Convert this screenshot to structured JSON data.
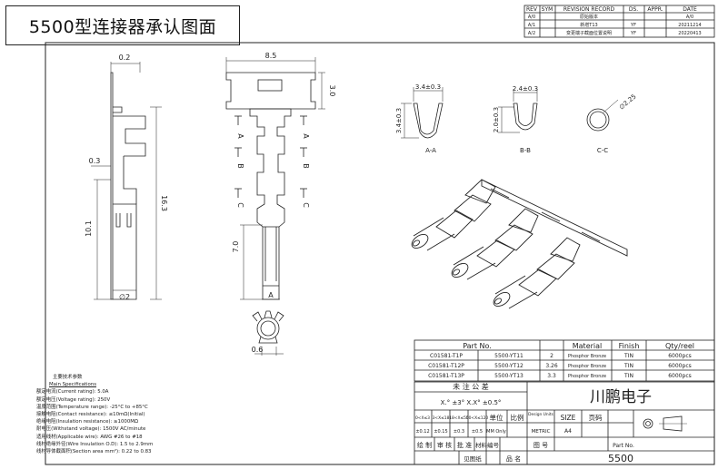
{
  "title": "5500型连接器承认图面",
  "revision_table": {
    "headers": [
      "REV",
      "SYM",
      "REVISION RECORD",
      "DS.",
      "APPR.",
      "DATE"
    ],
    "rows": [
      [
        "A/0",
        "",
        "原始版本",
        "",
        "",
        "A/0"
      ],
      [
        "A/1",
        "",
        "新增T13",
        "YF",
        "",
        "20211214"
      ],
      [
        "A/2",
        "",
        "变更端子截面位置说明",
        "YF",
        "",
        "20220413"
      ]
    ]
  },
  "dimensions": {
    "side_top": "0.2",
    "side_width_small": "0.3",
    "side_height_total": "16.3",
    "side_height_lower": "10.1",
    "side_dia": "∅2",
    "front_width": "8.5",
    "front_tab_height": "3.0",
    "front_height": "7.0",
    "front_label_a": "A",
    "bottom_width": "0.6",
    "section_a_top": "3.4±0.3",
    "section_a_side": "3.4±0.3",
    "section_b_top": "2.4±0.3",
    "section_b_side": "2.0±0.3",
    "section_c_dia": "∅2.25"
  },
  "section_marks": [
    "A",
    "A",
    "B",
    "B",
    "C",
    "C"
  ],
  "section_labels": [
    "A-A",
    "B-B",
    "C-C"
  ],
  "parts_table": {
    "headers": [
      "Part No.",
      "",
      "Material",
      "Finish",
      "Qty/reel"
    ],
    "rows": [
      [
        "C01581-T1P",
        "5500-YT11",
        "2",
        "Phosphor Bronze",
        "TIN",
        "6000pcs"
      ],
      [
        "C01581-T12P",
        "5500-YT12",
        "3.26",
        "Phosphor Bronze",
        "TIN",
        "6000pcs"
      ],
      [
        "C01581-T13P",
        "5500-YT13",
        "3.3",
        "Phosphor Bronze",
        "TIN",
        "6000pcs"
      ]
    ]
  },
  "tolerance": {
    "title": "未 注 公 差",
    "line": "X.° ±3°  X.X° ±0.5°",
    "ranges": [
      "0<X≤3",
      "3<X≤18",
      "18<X≤50",
      "50<X≤120"
    ],
    "values": [
      "±0.12",
      "±0.15",
      "±0.3",
      "±0.5"
    ]
  },
  "title_block": {
    "unit_label": "单位",
    "scale_label": "比例",
    "design_units": "Design Units",
    "size_label": "SIZE",
    "page_label": "页码",
    "mm_only": "MM Only",
    "metric": "METRIC",
    "size_value": "A4",
    "company": "川鹏电子",
    "draw_label": "绘 制",
    "check_label": "审 核",
    "approve_label": "批 准",
    "material_label": "材料编号",
    "drawing_label": "图 号",
    "view_label": "见图纸",
    "name_label": "品 名",
    "partno_label": "Part No.",
    "product_name": "5500"
  },
  "specs": {
    "title": "主要技术参数",
    "subtitle": "Main Specifications",
    "lines": [
      "额定电流(Current rating): 5.0A",
      "额定电压(Voltage rating): 250V",
      "温度范围(Temperature range): -25°C to +85°C",
      "接触电阻(Contact resistance): ≤10mΩ(Initial)",
      "绝缘电阻(Insulation resistance): ≥1000MΩ",
      "耐电压(Withstand voltage): 1500V AC/minute",
      "适用线材(Applicable wire): AWG #26 to #18",
      "线材绝缘外径(Wire Insulation O.D): 1.5 to 2.9mm",
      "线材导体截面积(Section area mm²): 0.22 to 0.83"
    ]
  }
}
